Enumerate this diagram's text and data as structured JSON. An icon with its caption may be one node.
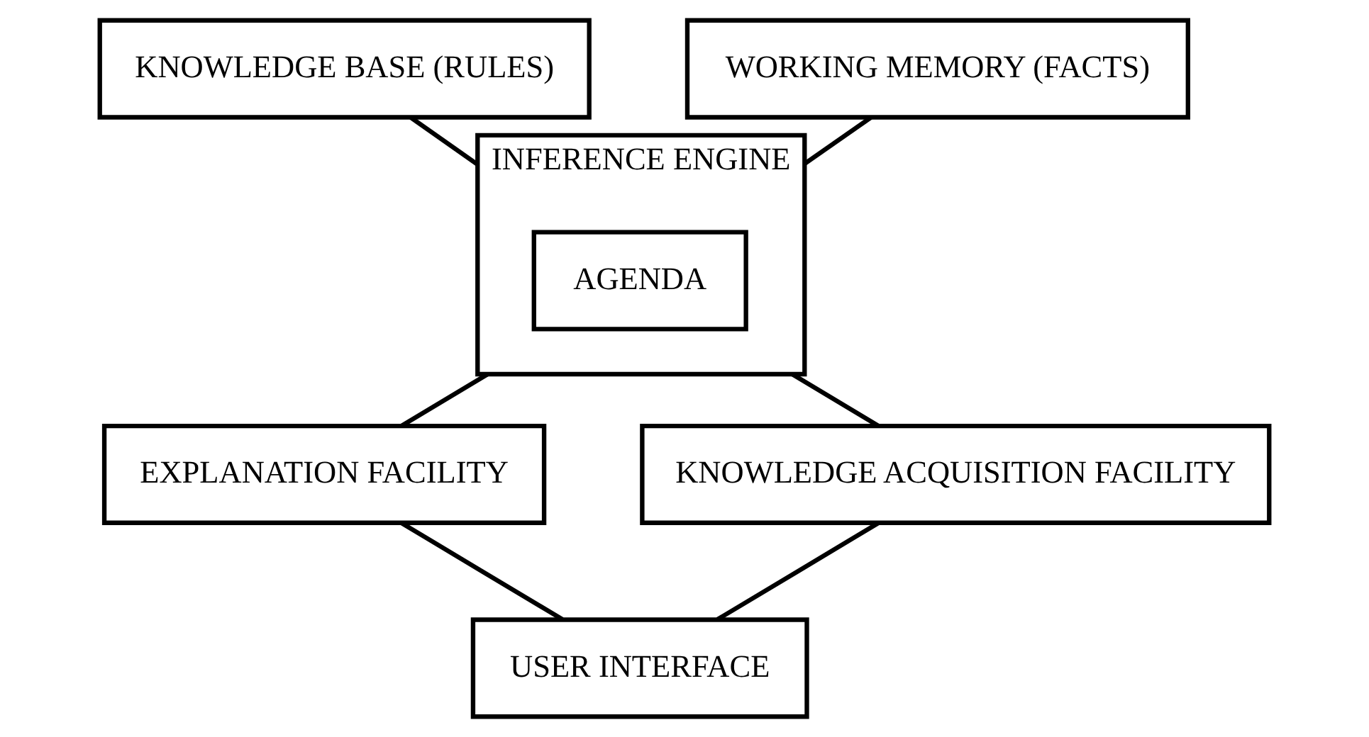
{
  "diagram": {
    "nodes": [
      {
        "text": [
          "KNOWLEDGE BASE (RULES)"
        ]
      },
      {
        "text": [
          "INFERENCE ENGINE"
        ]
      },
      {
        "text": [
          "AGENDA"
        ],
        "in": 1
      },
      {
        "text": [
          "WORKING MEMORY (FACTS)"
        ]
      },
      {
        "text": [
          "EXPLANATION FACILITY"
        ]
      },
      {
        "text": [
          "KNOWLEDGE ACQUISITION FACILITY"
        ]
      },
      {
        "text": [
          "USER INTERFACE"
        ]
      }
    ],
    "edges": [
      {
        "from": 0,
        "to": 1,
        "arrow": "none"
      },
      {
        "from": 1,
        "to": 3,
        "arrow": "none"
      },
      {
        "from": 1,
        "to": 4,
        "arrow": "none"
      },
      {
        "from": 1,
        "to": 5,
        "arrow": "none"
      },
      {
        "from": 4,
        "to": 6,
        "arrow": "none"
      },
      {
        "from": 5,
        "to": 6,
        "arrow": "none"
      }
    ]
  }
}
